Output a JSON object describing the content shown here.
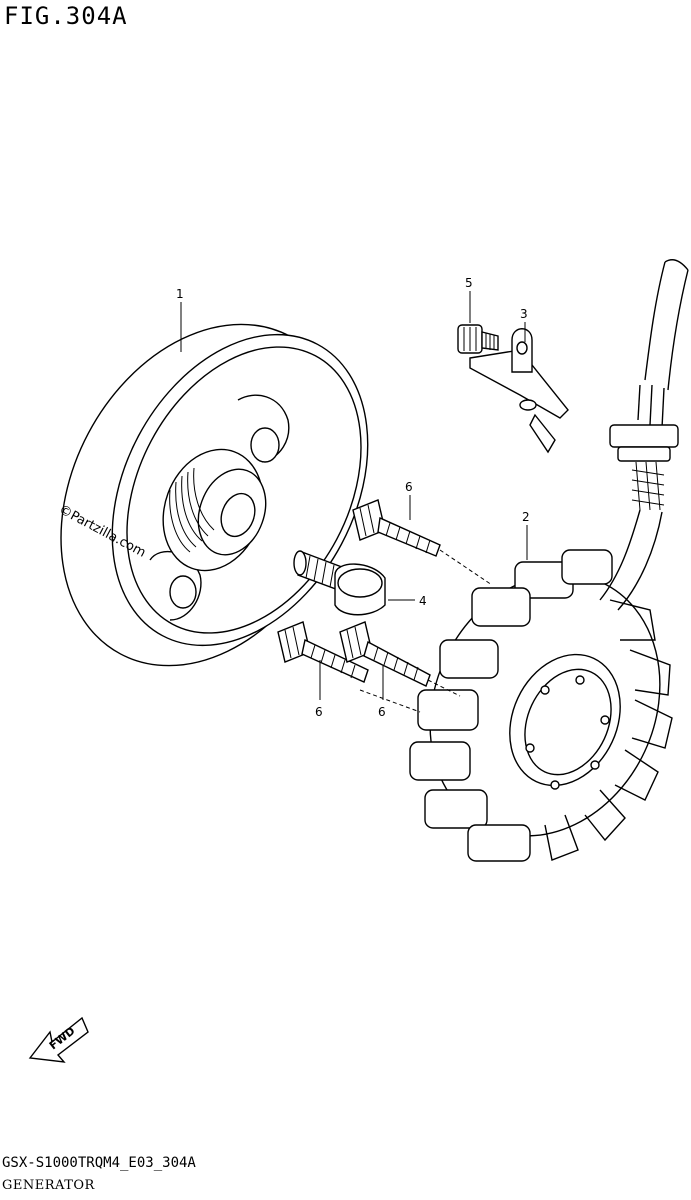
{
  "header": {
    "figure_title": "FIG.304A"
  },
  "footer": {
    "model_code": "GSX-S1000TRQM4_E03_304A",
    "section_name": "GENERATOR"
  },
  "watermark": {
    "text": "©Partzilla.com"
  },
  "callouts": [
    {
      "id": "1",
      "label": "1"
    },
    {
      "id": "2",
      "label": "2"
    },
    {
      "id": "3",
      "label": "3"
    },
    {
      "id": "4",
      "label": "4"
    },
    {
      "id": "5",
      "label": "5"
    },
    {
      "id": "6a",
      "label": "6"
    },
    {
      "id": "6b",
      "label": "6"
    },
    {
      "id": "6c",
      "label": "6"
    }
  ],
  "direction_badge": {
    "label": "FWD"
  }
}
